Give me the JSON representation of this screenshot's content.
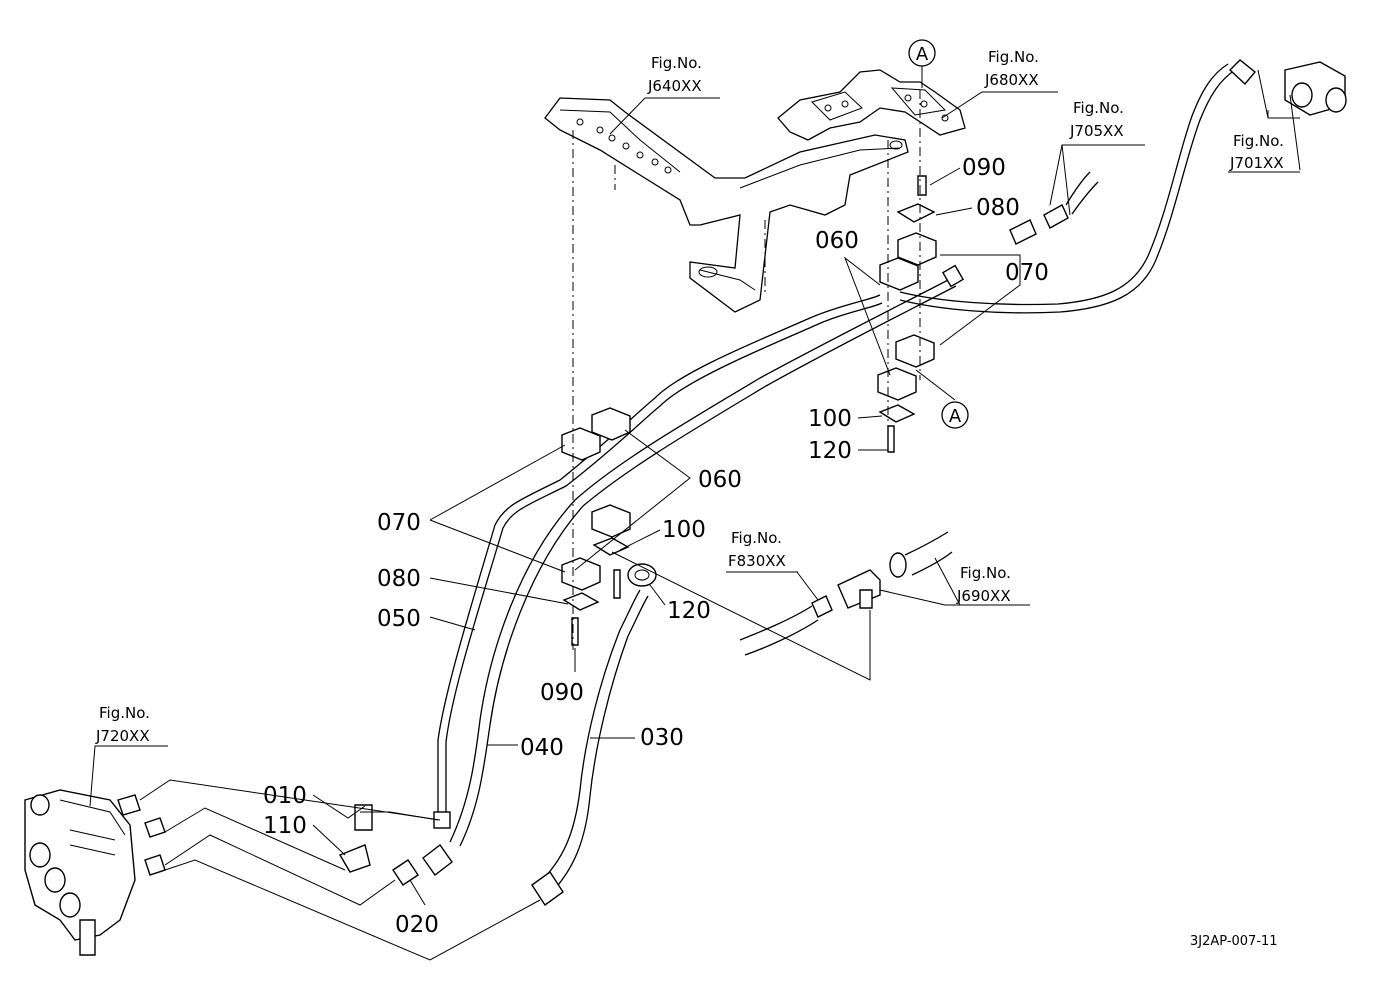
{
  "parts": {
    "p010": "010",
    "p020": "020",
    "p030": "030",
    "p040": "040",
    "p050": "050",
    "p060_upper": "060",
    "p060_lower": "060",
    "p070_upper": "070",
    "p070_lower": "070",
    "p080_upper": "080",
    "p080_lower": "080",
    "p090_upper": "090",
    "p090_lower": "090",
    "p100_upper": "100",
    "p100_lower": "100",
    "p110": "110",
    "p120_upper": "120",
    "p120_lower": "120"
  },
  "figrefs": {
    "j640": {
      "line1": "Fig.No.",
      "line2": "J640XX"
    },
    "j680": {
      "line1": "Fig.No.",
      "line2": "J680XX"
    },
    "j705": {
      "line1": "Fig.No.",
      "line2": "J705XX"
    },
    "j701": {
      "line1": "Fig.No.",
      "line2": "J701XX"
    },
    "f830": {
      "line1": "Fig.No.",
      "line2": "F830XX"
    },
    "j690": {
      "line1": "Fig.No.",
      "line2": "J690XX"
    },
    "j720": {
      "line1": "Fig.No.",
      "line2": "J720XX"
    }
  },
  "markers": {
    "a_top": "A",
    "a_bottom": "A"
  },
  "drawing_code": "3J2AP-007-11"
}
